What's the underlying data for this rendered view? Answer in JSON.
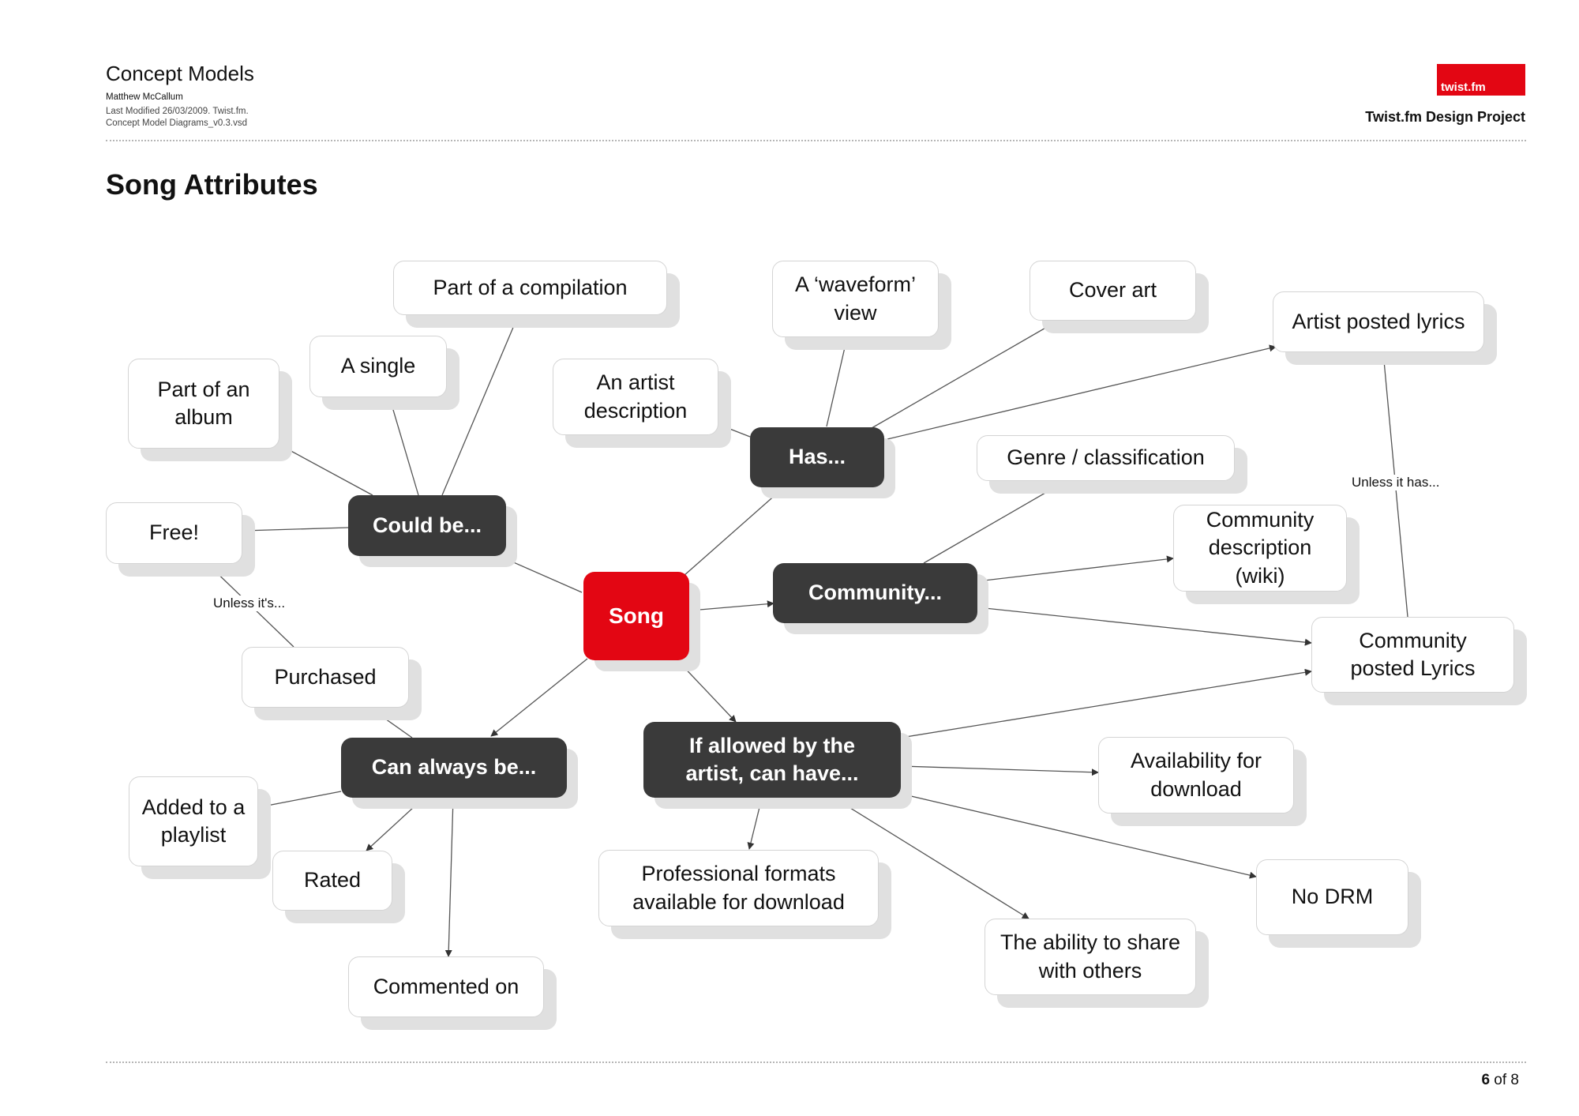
{
  "header": {
    "title": "Concept Models",
    "author": "Matthew McCallum",
    "modified": "Last Modified 26/03/2009. Twist.fm.",
    "file": "Concept Model Diagrams_v0.3.vsd",
    "logo_text": "twist.fm",
    "project": "Twist.fm Design Project"
  },
  "page_title": "Song Attributes",
  "footer": {
    "page": "6",
    "of": "of 8"
  },
  "colors": {
    "accent": "#e30613",
    "dark_node": "#3a3a3a",
    "shadow": "#e0e0e0"
  },
  "nodes": {
    "song": "Song",
    "could_be": "Could be...",
    "has": "Has...",
    "community": "Community...",
    "can_always_be": "Can always be...",
    "if_allowed": "If allowed by the artist, can have...",
    "part_of_compilation": "Part of a compilation",
    "a_single": "A single",
    "part_of_album": "Part of an album",
    "free": "Free!",
    "purchased": "Purchased",
    "waveform_view": "A ‘waveform’ view",
    "cover_art": "Cover art",
    "artist_description": "An artist description",
    "artist_posted_lyrics": "Artist posted lyrics",
    "genre": "Genre / classification",
    "community_description": "Community description (wiki)",
    "community_posted_lyrics": "Community posted Lyrics",
    "added_to_playlist": "Added to a playlist",
    "rated": "Rated",
    "commented_on": "Commented on",
    "professional_formats": "Professional formats available for download",
    "availability_download": "Availability for download",
    "no_drm": "No DRM",
    "share_with_others": "The ability to share with others"
  },
  "edge_labels": {
    "unless_its": "Unless it's...",
    "unless_it_has": "Unless it has..."
  }
}
